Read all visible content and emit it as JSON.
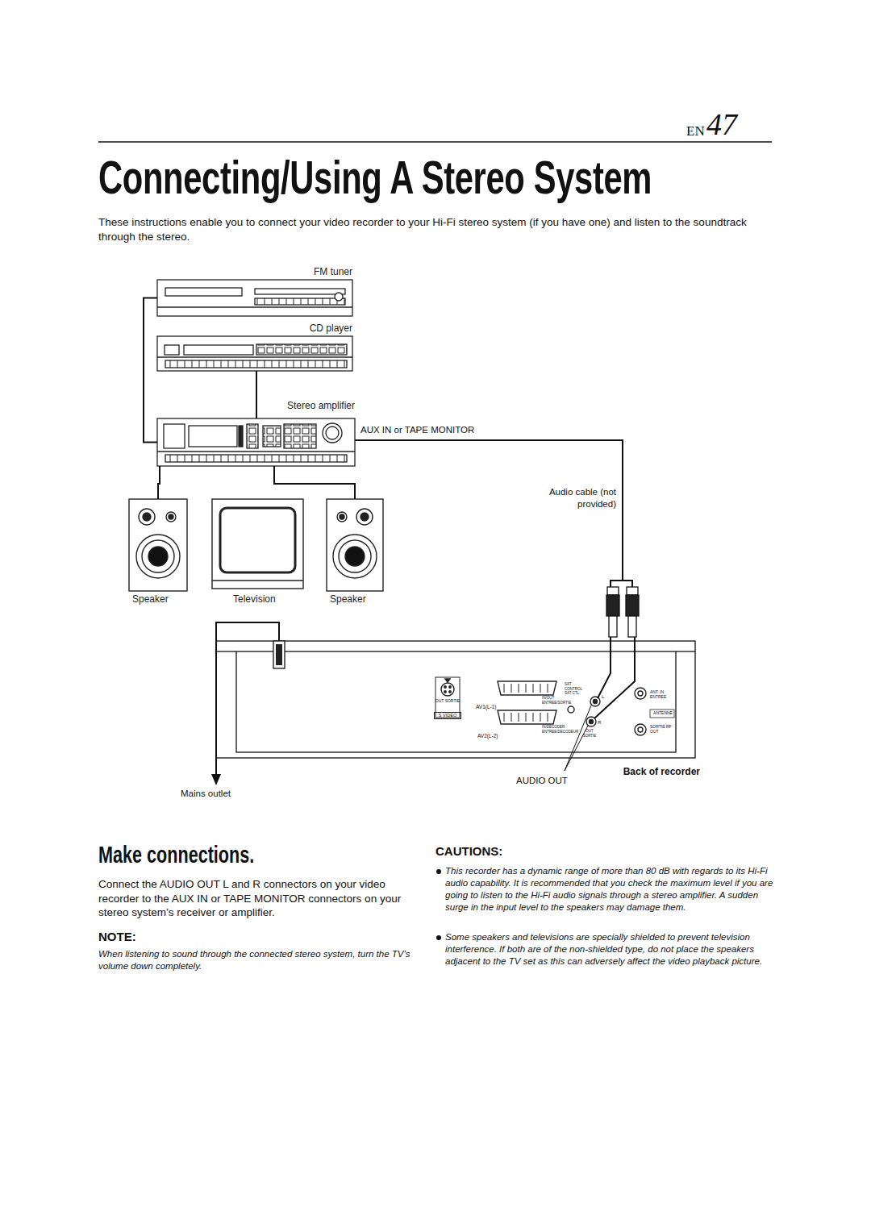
{
  "diagram": {
    "title": "Connecting/Using A Stereo System",
    "nodes": [
      {
        "text": [
          "FM tuner"
        ]
      },
      {
        "text": [
          "CD player"
        ]
      },
      {
        "text": [
          "Stereo amplifier"
        ]
      },
      {
        "text": [
          "Speaker"
        ]
      },
      {
        "text": [
          "Television"
        ]
      },
      {
        "text": [
          "Speaker"
        ]
      },
      {
        "text": [
          "Back of recorder"
        ]
      }
    ],
    "edges": [
      {
        "from": 0,
        "to": 2,
        "arrow": "none"
      },
      {
        "from": 1,
        "to": 2,
        "arrow": "none"
      },
      {
        "from": 2,
        "to": 3,
        "arrow": "none"
      },
      {
        "from": 2,
        "to": 5,
        "arrow": "none"
      },
      {
        "from": 2,
        "to": 6,
        "arrow": "none"
      }
    ],
    "labels": [
      "EN",
      "47",
      "These instructions enable you to connect your video recorder to your Hi-Fi stereo system (if you have one) and listen to the soundtrack through the stereo.",
      "AUX IN or TAPE MONITOR",
      "Audio cable (not provided)",
      "Mains outlet",
      "OUT SORTIE",
      "S VIDEO",
      "AV1(L-1)",
      "IN/OUT ENTREE/SORTIE",
      "AV2(L-2)",
      "IN/DECODER ENTREE/DECODEUR",
      "SAT CONTROL SAT CTL",
      "L",
      "R",
      "OUT SORTIE",
      "ANT. IN ENTREE",
      "ANTENNE",
      "SORTIE RF OUT",
      "AUDIO OUT",
      "Make connections.",
      "Connect the AUDIO OUT L and R connectors on your video recorder to the AUX IN or TAPE MONITOR connectors on your stereo system’s receiver or amplifier.",
      "NOTE:",
      "When listening to sound through the connected stereo system, turn the TV’s volume down completely.",
      "CAUTIONS:",
      "This recorder has a dynamic range of more than 80 dB with regards to its Hi-Fi audio capability. It is recommended that you check the maximum level if you are going to listen to the Hi-Fi audio signals through a stereo amplifier. A sudden surge in the input level to the speakers may damage them.",
      "Some speakers and televisions are specially shielded to prevent television interference. If both are of the non-shielded type, do not place the speakers adjacent to the TV set as this can adversely affect the video playback picture."
    ]
  }
}
